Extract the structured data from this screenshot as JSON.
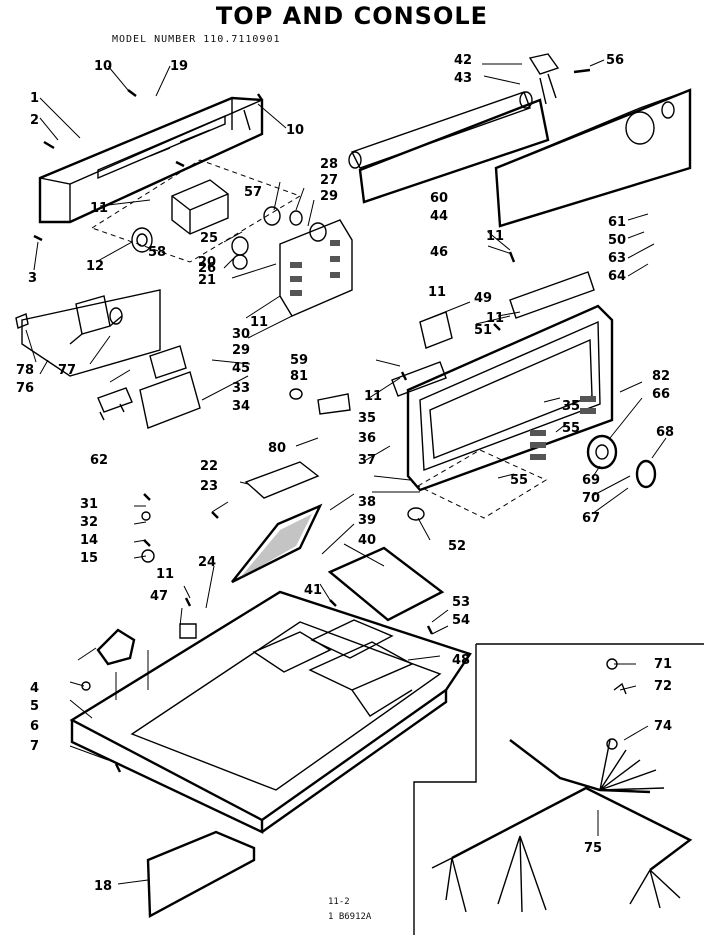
{
  "diagram": {
    "title": "TOP AND CONSOLE",
    "model_number": "MODEL NUMBER   110.7110901",
    "footer_line1": "11-2",
    "footer_line2": "1  B6912A"
  },
  "callouts": {
    "c1": "1",
    "c2": "2",
    "c3": "3",
    "c4": "4",
    "c5": "5",
    "c6": "6",
    "c7": "7",
    "c10a": "10",
    "c10b": "10",
    "c11a": "11",
    "c11b": "11",
    "c11c": "11",
    "c11d": "11",
    "c11e": "11",
    "c11f": "11",
    "c11g": "11",
    "c12": "12",
    "c14": "14",
    "c15": "15",
    "c18": "18",
    "c19": "19",
    "c20": "20",
    "c21": "21",
    "c22": "22",
    "c23": "23",
    "c24": "24",
    "c25": "25",
    "c26": "26",
    "c27": "27",
    "c28": "28",
    "c29a": "29",
    "c29b": "29",
    "c30": "30",
    "c31": "31",
    "c32": "32",
    "c33": "33",
    "c34": "34",
    "c35a": "35",
    "c35b": "35",
    "c36": "36",
    "c37": "37",
    "c38": "38",
    "c39": "39",
    "c40": "40",
    "c41": "41",
    "c42": "42",
    "c43": "43",
    "c44": "44",
    "c45": "45",
    "c46": "46",
    "c47": "47",
    "c48": "48",
    "c49": "49",
    "c50": "50",
    "c51": "51",
    "c52": "52",
    "c53": "53",
    "c54": "54",
    "c55a": "55",
    "c55b": "55",
    "c56": "56",
    "c57": "57",
    "c58": "58",
    "c59": "59",
    "c60": "60",
    "c61": "61",
    "c62": "62",
    "c63": "63",
    "c64": "64",
    "c66": "66",
    "c67": "67",
    "c68": "68",
    "c69": "69",
    "c70": "70",
    "c71": "71",
    "c72": "72",
    "c74": "74",
    "c75": "75",
    "c76": "76",
    "c77": "77",
    "c78": "78",
    "c80": "80",
    "c81": "81",
    "c82": "82"
  }
}
